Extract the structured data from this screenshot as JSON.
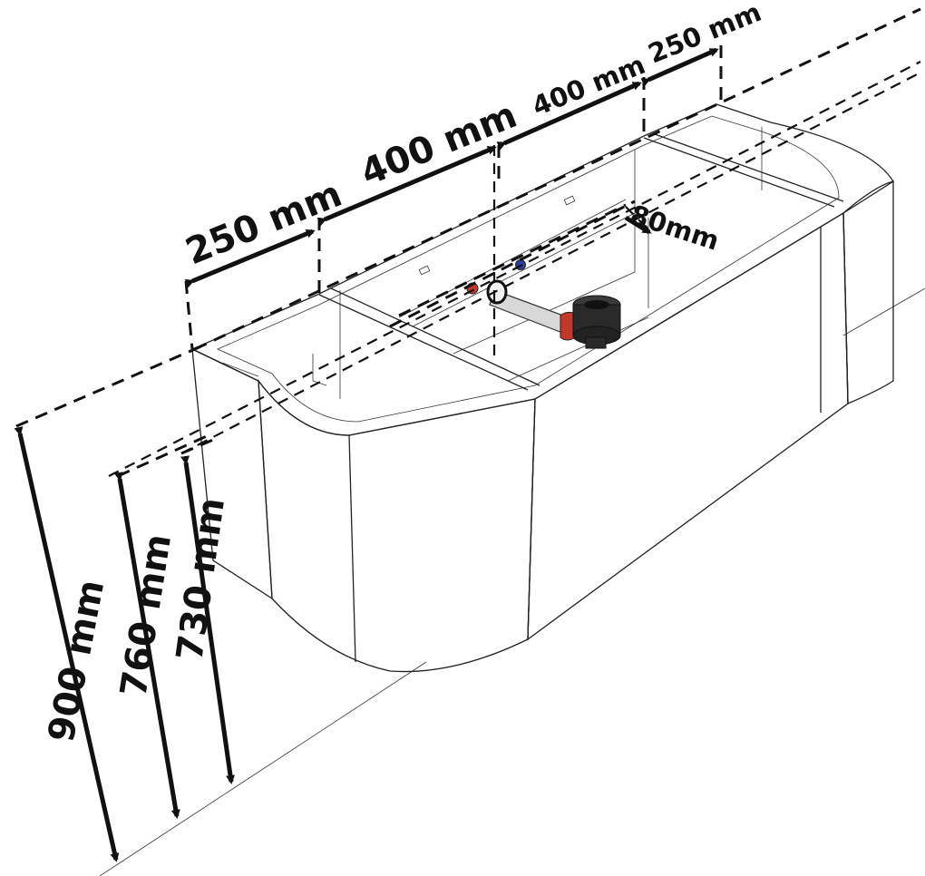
{
  "dimensions": {
    "top": [
      {
        "label": "250 mm"
      },
      {
        "label": "400 mm"
      },
      {
        "label": "400 mm"
      },
      {
        "label": "250 mm"
      }
    ],
    "depth": {
      "label": "80mm"
    },
    "heights": [
      {
        "label": "900 mm"
      },
      {
        "label": "760 mm"
      },
      {
        "label": "730 mm"
      }
    ]
  },
  "colors": {
    "outline": "#222222",
    "hot_valve": "#c0392b",
    "cold_valve": "#2c3e9e",
    "drain": "#2a2a2a",
    "background": "#ffffff"
  }
}
